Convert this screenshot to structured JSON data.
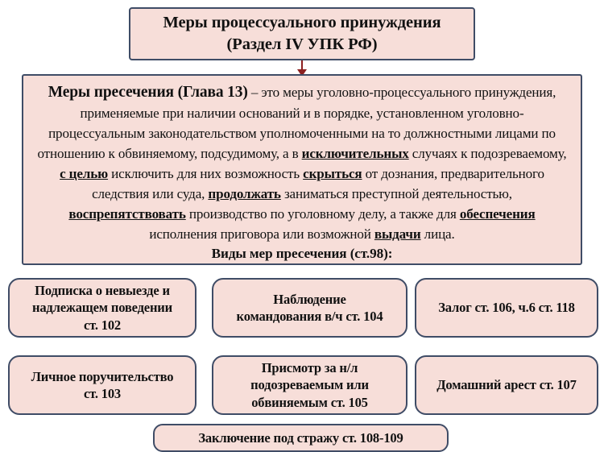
{
  "colors": {
    "box_fill": "#f7ded9",
    "box_border": "#3f4c66",
    "arrow": "#8c2020",
    "text": "#111111",
    "page_background": "#ffffff"
  },
  "title": {
    "line1": "Меры процессуального принуждения",
    "line2": "(Раздел IV УПК РФ)"
  },
  "connector": {
    "icon": "down-arrow-icon"
  },
  "definition": {
    "lead": "Меры пресечения (Глава 13)",
    "segments": [
      {
        "text": " – это меры уголовно-процессуального принуждения, применяемые при наличии оснований и в порядке, установленном уголовно-процессуальным законодательством уполномоченными на то должностными лицами по отношению к обвиняемому, подсудимому, а в ",
        "emphasis": false
      },
      {
        "text": "исключительных",
        "emphasis": true
      },
      {
        "text": " случаях к подозреваемому, ",
        "emphasis": false
      },
      {
        "text": "с целью",
        "emphasis": true
      },
      {
        "text": " исключить для них возможность ",
        "emphasis": false
      },
      {
        "text": "скрыться",
        "emphasis": true
      },
      {
        "text": " от дознания, предварительного следствия или суда, ",
        "emphasis": false
      },
      {
        "text": "продолжать",
        "emphasis": true
      },
      {
        "text": " заниматься преступной деятельностью, ",
        "emphasis": false
      },
      {
        "text": "воспрепятствовать",
        "emphasis": true
      },
      {
        "text": " производство по уголовному делу, а также для ",
        "emphasis": false
      },
      {
        "text": "обеспечения",
        "emphasis": true
      },
      {
        "text": " исполнения приговора или возможной ",
        "emphasis": false
      },
      {
        "text": "выдачи",
        "emphasis": true
      },
      {
        "text": " лица.",
        "emphasis": false
      }
    ],
    "subtitle": "Виды мер пресечения (ст.98):"
  },
  "measures": [
    {
      "label": "Подписка о невыезде и\nнадлежащем поведении\nст. 102"
    },
    {
      "label": "Наблюдение\nкомандования в/ч ст. 104"
    },
    {
      "label": "Залог ст. 106, ч.6 ст. 118"
    },
    {
      "label": "Личное поручительство\nст. 103"
    },
    {
      "label": "Присмотр за н/л\nподозреваемым или\nобвиняемым ст. 105"
    },
    {
      "label": "Домашний арест ст. 107"
    },
    {
      "label": "Заключение под стражу ст. 108-109"
    }
  ]
}
